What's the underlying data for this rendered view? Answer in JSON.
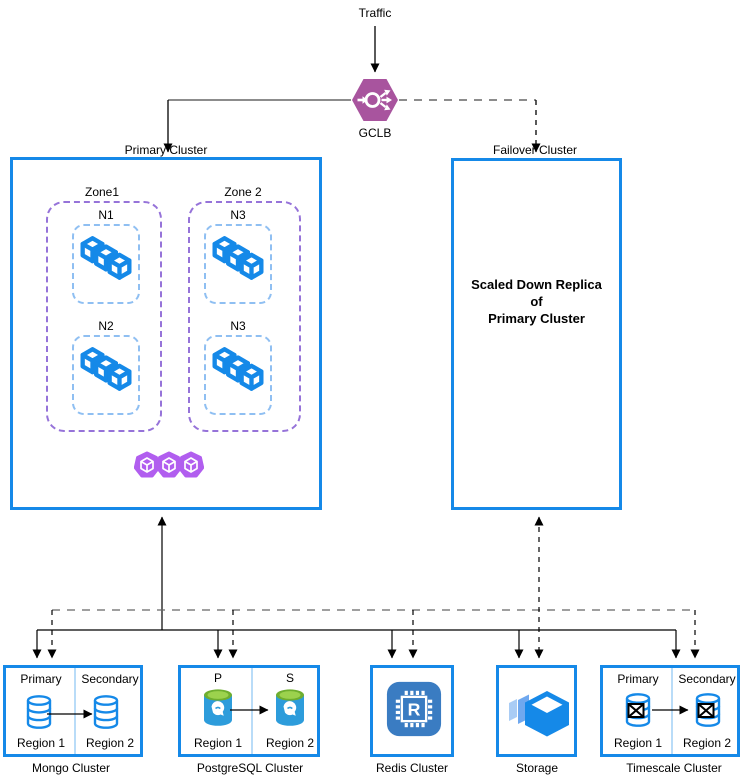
{
  "top": {
    "traffic_label": "Traffic",
    "gclb_label": "GCLB"
  },
  "primary_cluster": {
    "title": "Primary Cluster",
    "zone1": {
      "name": "Zone1",
      "node1": "N1",
      "node2": "N2"
    },
    "zone2": {
      "name": "Zone 2",
      "node1": "N3",
      "node2": "N3"
    }
  },
  "failover_cluster": {
    "title": "Failover Cluster",
    "line1": "Scaled Down Replica",
    "line2": "of",
    "line3": "Primary Cluster"
  },
  "mongo": {
    "label": "Mongo Cluster",
    "left_role": "Primary",
    "right_role": "Secondary",
    "left_region": "Region 1",
    "right_region": "Region 2"
  },
  "postgresql": {
    "label": "PostgreSQL Cluster",
    "left_role": "P",
    "right_role": "S",
    "left_region": "Region 1",
    "right_region": "Region 2"
  },
  "redis": {
    "label": "Redis Cluster",
    "chip_letter": "R"
  },
  "storage": {
    "label": "Storage"
  },
  "timescale": {
    "label": "Timescale Cluster",
    "left_role": "Primary",
    "right_role": "Secondary",
    "left_region": "Region 1",
    "right_region": "Region 2"
  },
  "colors": {
    "cluster_border_blue": "#1589E8",
    "zone_dash_purple": "#9673D9",
    "node_dash_blue": "#8FBFF2",
    "gclb_purple": "#A8549E",
    "pods_purple": "#B15EEF",
    "db_icon_blue": "#1589E8",
    "postgres_body_blue": "#2D9CDB",
    "postgres_top_green": "#9CD24D",
    "redis_bg_blue": "#3A7CC2",
    "storage_blue": "#1589E8",
    "wire_gray": "#666666"
  }
}
